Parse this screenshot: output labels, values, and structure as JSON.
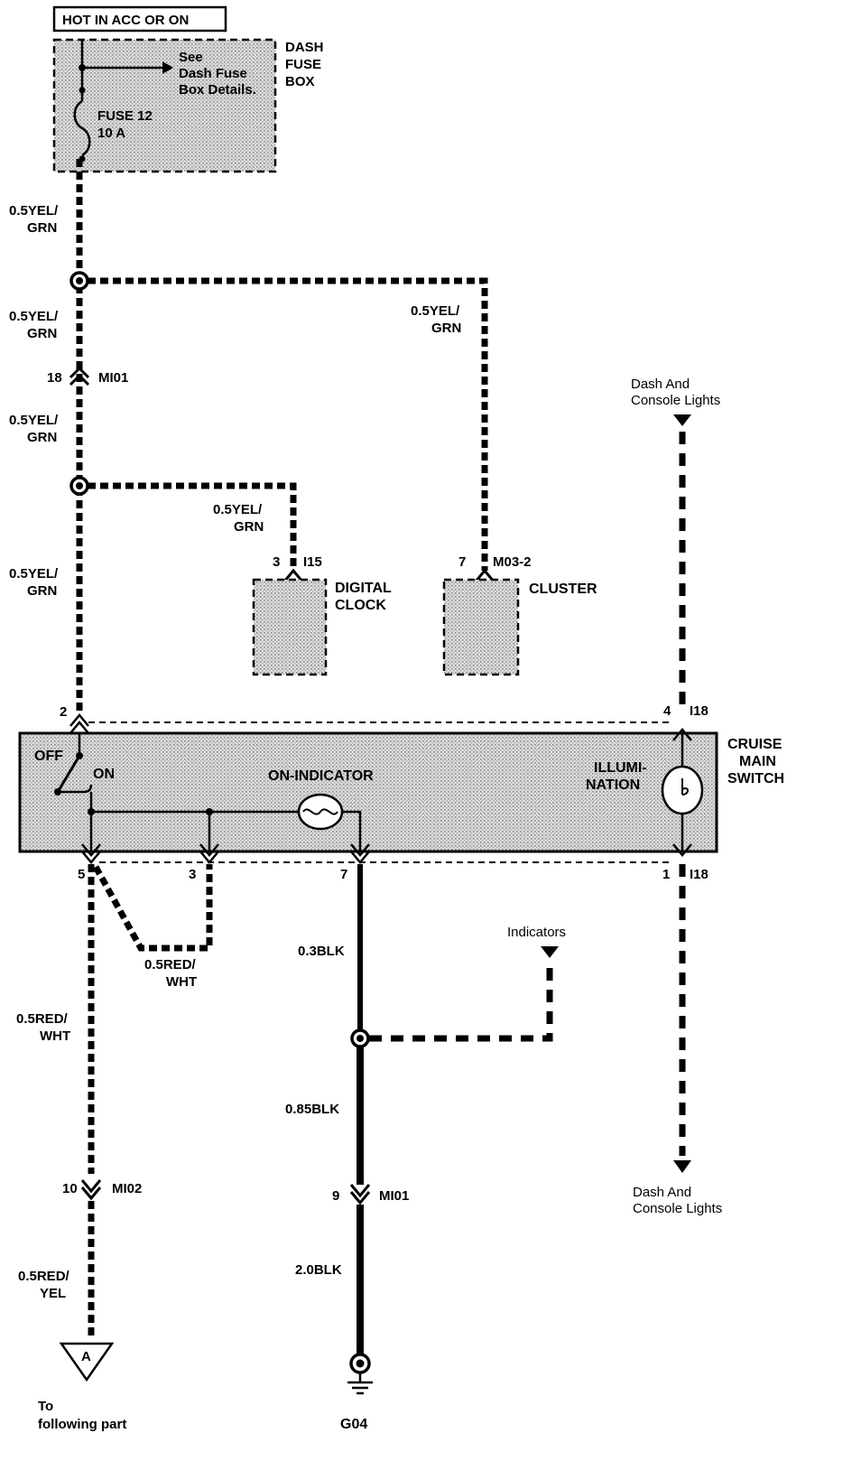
{
  "header": {
    "hot_label": "HOT IN ACC OR ON"
  },
  "fuse_box": {
    "name_line1": "DASH",
    "name_line2": "FUSE",
    "name_line3": "BOX",
    "see_line1": "See",
    "see_line2": "Dash Fuse",
    "see_line3": "Box Details.",
    "fuse_line1": "FUSE 12",
    "fuse_line2": "10 A"
  },
  "wires": {
    "w1": [
      "0.5YEL/",
      "GRN"
    ],
    "w2": [
      "0.5YEL/",
      "GRN"
    ],
    "w3": [
      "0.5YEL/",
      "GRN"
    ],
    "w4": [
      "0.5YEL/",
      "GRN"
    ],
    "w5": [
      "0.5YEL/",
      "GRN"
    ],
    "w6": [
      "0.5YEL/",
      "GRN"
    ],
    "red1": [
      "0.5RED/",
      "WHT"
    ],
    "red2": [
      "0.5RED/",
      "WHT"
    ],
    "red3": [
      "0.5RED/",
      "YEL"
    ],
    "blk1": "0.3BLK",
    "blk2": "0.85BLK",
    "blk3": "2.0BLK"
  },
  "connectors": {
    "mi01_top": {
      "pin": "18",
      "name": "MI01"
    },
    "i15": {
      "pin": "3",
      "name": "I15"
    },
    "m03": {
      "pin": "7",
      "name": "M03-2"
    },
    "i18_top": {
      "pin": "4",
      "name": "I18"
    },
    "sw_pin2": "2",
    "pin5": "5",
    "pin3": "3",
    "pin7": "7",
    "i18_bottom": {
      "pin": "1",
      "name": "I18"
    },
    "mi02": {
      "pin": "10",
      "name": "MI02"
    },
    "mi01_bottom": {
      "pin": "9",
      "name": "MI01"
    }
  },
  "components": {
    "digital_clock": [
      "DIGITAL",
      "CLOCK"
    ],
    "cluster": "CLUSTER",
    "cruise_switch": [
      "CRUISE",
      "MAIN",
      "SWITCH"
    ],
    "off": "OFF",
    "on": "ON",
    "on_indicator": "ON-INDICATOR",
    "illumination": [
      "ILLUMI-",
      "NATION"
    ],
    "ground": "G04"
  },
  "references": {
    "dash_lights_top": [
      "Dash And",
      "Console Lights"
    ],
    "dash_lights_bottom": [
      "Dash And",
      "Console Lights"
    ],
    "indicators": "Indicators",
    "to_following": [
      "To",
      "following part"
    ],
    "triangle_letter": "A"
  }
}
